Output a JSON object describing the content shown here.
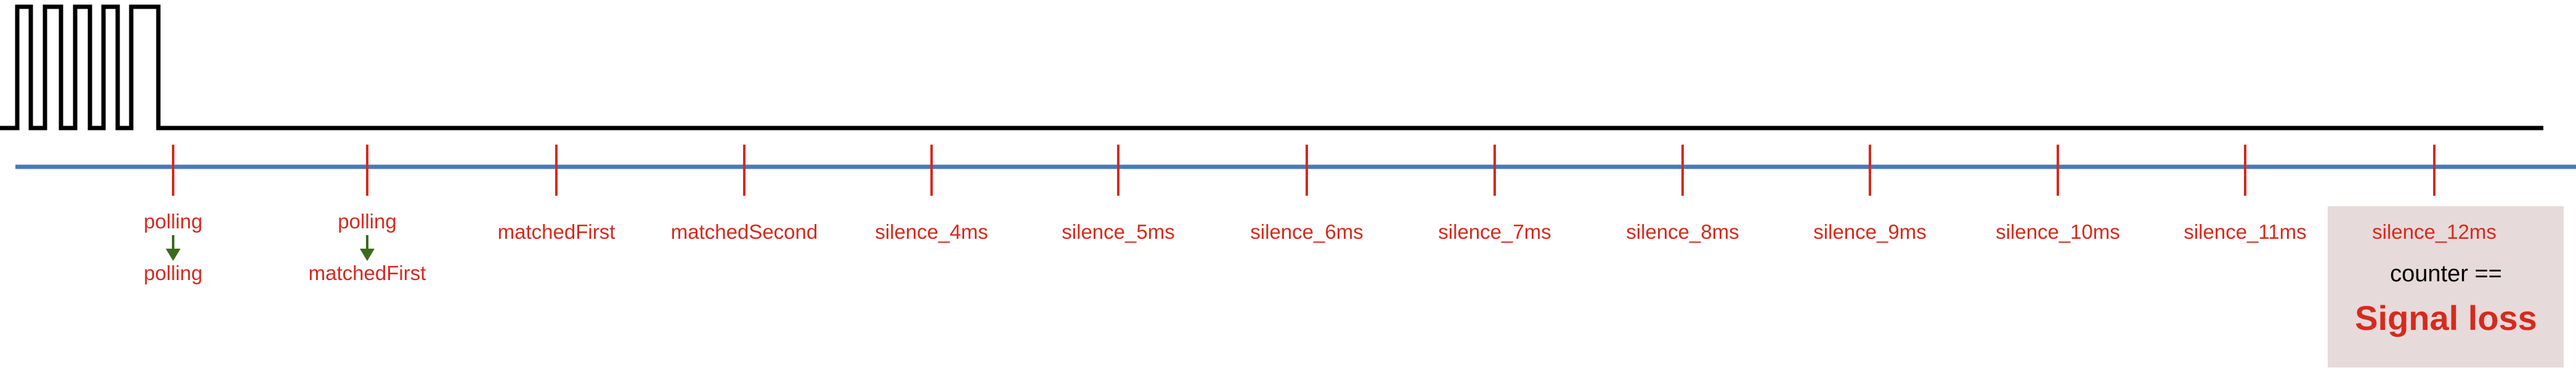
{
  "colors": {
    "signal": "#000000",
    "timeline": "#4a7ab5",
    "tick": "#d62a1e",
    "state_text": "#d62a1e",
    "transition_arrow": "#3a6b1f",
    "highlight_box": "#e7dada",
    "counter_text": "#000000",
    "signal_loss_text": "#d62a1e"
  },
  "ticks": [
    {
      "id": "t1",
      "top_label": "polling",
      "arrow": true,
      "bottom_label": "polling"
    },
    {
      "id": "t2",
      "top_label": "polling",
      "arrow": true,
      "bottom_label": "matchedFirst"
    },
    {
      "id": "t3",
      "label": "matchedFirst"
    },
    {
      "id": "t4",
      "label": "matchedSecond"
    },
    {
      "id": "t5",
      "label": "silence_4ms"
    },
    {
      "id": "t6",
      "label": "silence_5ms"
    },
    {
      "id": "t7",
      "label": "silence_6ms"
    },
    {
      "id": "t8",
      "label": "silence_7ms"
    },
    {
      "id": "t9",
      "label": "silence_8ms"
    },
    {
      "id": "t10",
      "label": "silence_9ms"
    },
    {
      "id": "t11",
      "label": "silence_10ms"
    },
    {
      "id": "t12",
      "label": "silence_11ms"
    },
    {
      "id": "t13",
      "label": "silence_12ms"
    }
  ],
  "highlight": {
    "counter_text": "counter ==",
    "result_text": "Signal loss"
  }
}
